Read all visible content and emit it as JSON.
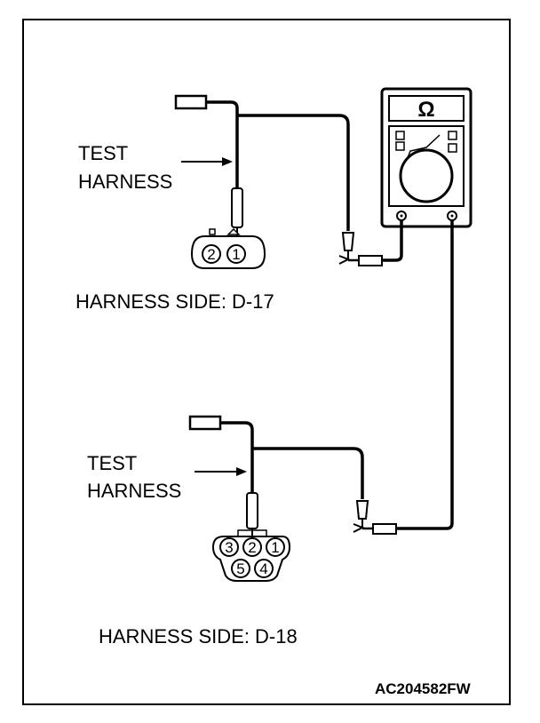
{
  "figure_code": "AC204582FW",
  "meter": {
    "display": "Ω"
  },
  "upper": {
    "pointer_label": [
      "TEST",
      "HARNESS"
    ],
    "caption": "HARNESS SIDE: D-17",
    "pins": [
      "2",
      "1"
    ]
  },
  "lower": {
    "pointer_label": [
      "TEST",
      "HARNESS"
    ],
    "caption": "HARNESS SIDE: D-18",
    "pins_top": [
      "3",
      "2",
      "1"
    ],
    "pins_bottom": [
      "5",
      "4"
    ]
  }
}
